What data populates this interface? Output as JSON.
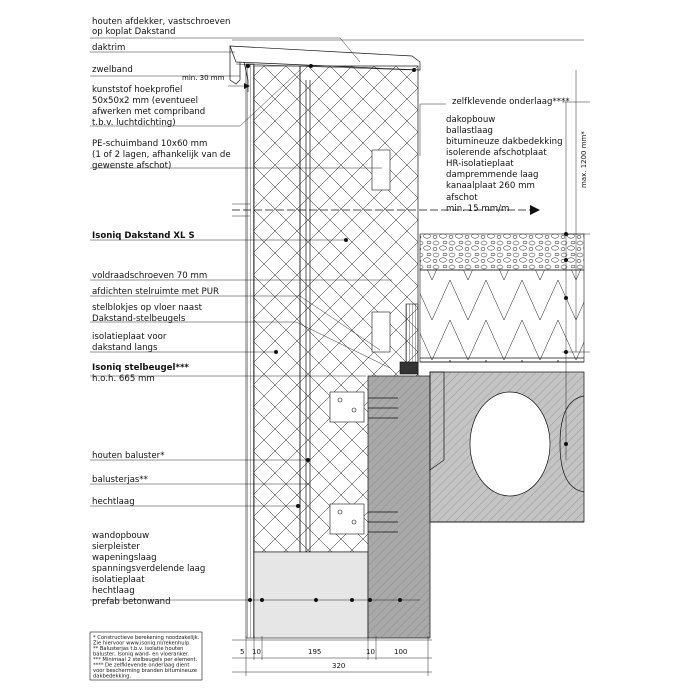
{
  "labels_left": [
    {
      "id": "afdekker",
      "lines": [
        "houten afdekker, vastschroeven",
        "op koplat Dakstand"
      ],
      "bold": false
    },
    {
      "id": "daktrim",
      "lines": [
        "daktrim"
      ],
      "bold": false
    },
    {
      "id": "zwelband",
      "lines": [
        "zwelband"
      ],
      "bold": false
    },
    {
      "id": "hoekprofiel",
      "lines": [
        "kunststof hoekprofiel",
        "50x50x2 mm (eventueel",
        "afwerken met compriband",
        "t.b.v. luchtdichting)"
      ],
      "bold": false
    },
    {
      "id": "pe-band",
      "lines": [
        "PE-schuimband 10x60 mm",
        "(1 of 2 lagen, afhankelijk van de",
        "gewenste afschot)"
      ],
      "bold": false
    },
    {
      "id": "dakstand",
      "lines": [
        "Isoniq Dakstand XL S"
      ],
      "bold": true
    },
    {
      "id": "voldraad",
      "lines": [
        "voldraadschroeven 70 mm"
      ],
      "bold": false
    },
    {
      "id": "afdichten",
      "lines": [
        "afdichten stelruimte met PUR"
      ],
      "bold": false
    },
    {
      "id": "stelblokjes",
      "lines": [
        "stelblokjes op vloer naast",
        "Dakstand-stelbeugels"
      ],
      "bold": false
    },
    {
      "id": "isolatieplaat",
      "lines": [
        "isolatieplaat voor",
        "dakstand langs"
      ],
      "bold": false
    },
    {
      "id": "stelbeugel-title",
      "lines": [
        "Isoniq stelbeugel***"
      ],
      "bold": true
    },
    {
      "id": "stelbeugel-hoh",
      "lines": [
        "h.o.h. 665 mm"
      ],
      "bold": false
    },
    {
      "id": "baluster",
      "lines": [
        "houten baluster*"
      ],
      "bold": false
    },
    {
      "id": "balusterjas",
      "lines": [
        "balusterjas**"
      ],
      "bold": false
    },
    {
      "id": "hechtlaag1",
      "lines": [
        "hechtlaag"
      ],
      "bold": false
    },
    {
      "id": "wandopbouw",
      "lines": [
        "wandopbouw",
        "sierpleister",
        "wapeningslaag",
        "spanningsverdelende laag",
        "isolatieplaat",
        "hechtlaag",
        "prefab betonwand"
      ],
      "bold": false
    }
  ],
  "labels_right": {
    "onderlaag": "zelfklevende onderlaag****",
    "dakopbouw": [
      "dakopbouw",
      "ballastlaag",
      "bitumineuze dakbedekking",
      "isolerende afschotplaat",
      "HR-isolatieplaat",
      "dampremmende laag",
      "kanaalplaat 260 mm"
    ],
    "afschot": [
      "afschot",
      "min. 15 mm/m"
    ],
    "max_height": "max. 1200 mm*",
    "min_30": "min. 30 mm"
  },
  "dimensions": {
    "bottom_row": [
      "5",
      "10",
      "195",
      "10",
      "100"
    ],
    "total": "320"
  },
  "footnotes": [
    "* Constructieve berekening noodzakelijk.",
    "Zie hiervoor www.isoniq.nl/rekenhulp.",
    "** Balusterjas t.b.v. isolatie houten",
    "baluster, Isoniq wand- en vloeranker.",
    "*** Minimaal 2 stelbeugels per element.",
    "**** De zelfklevende onderlaag dient",
    "voor bescherming branden bitumineuze",
    "dakbedekking."
  ],
  "colors": {
    "line": "#111111",
    "concrete": "#a9a9a9",
    "hatch_light": "#e3e3e3",
    "insulation_fill": "#ffffff"
  }
}
